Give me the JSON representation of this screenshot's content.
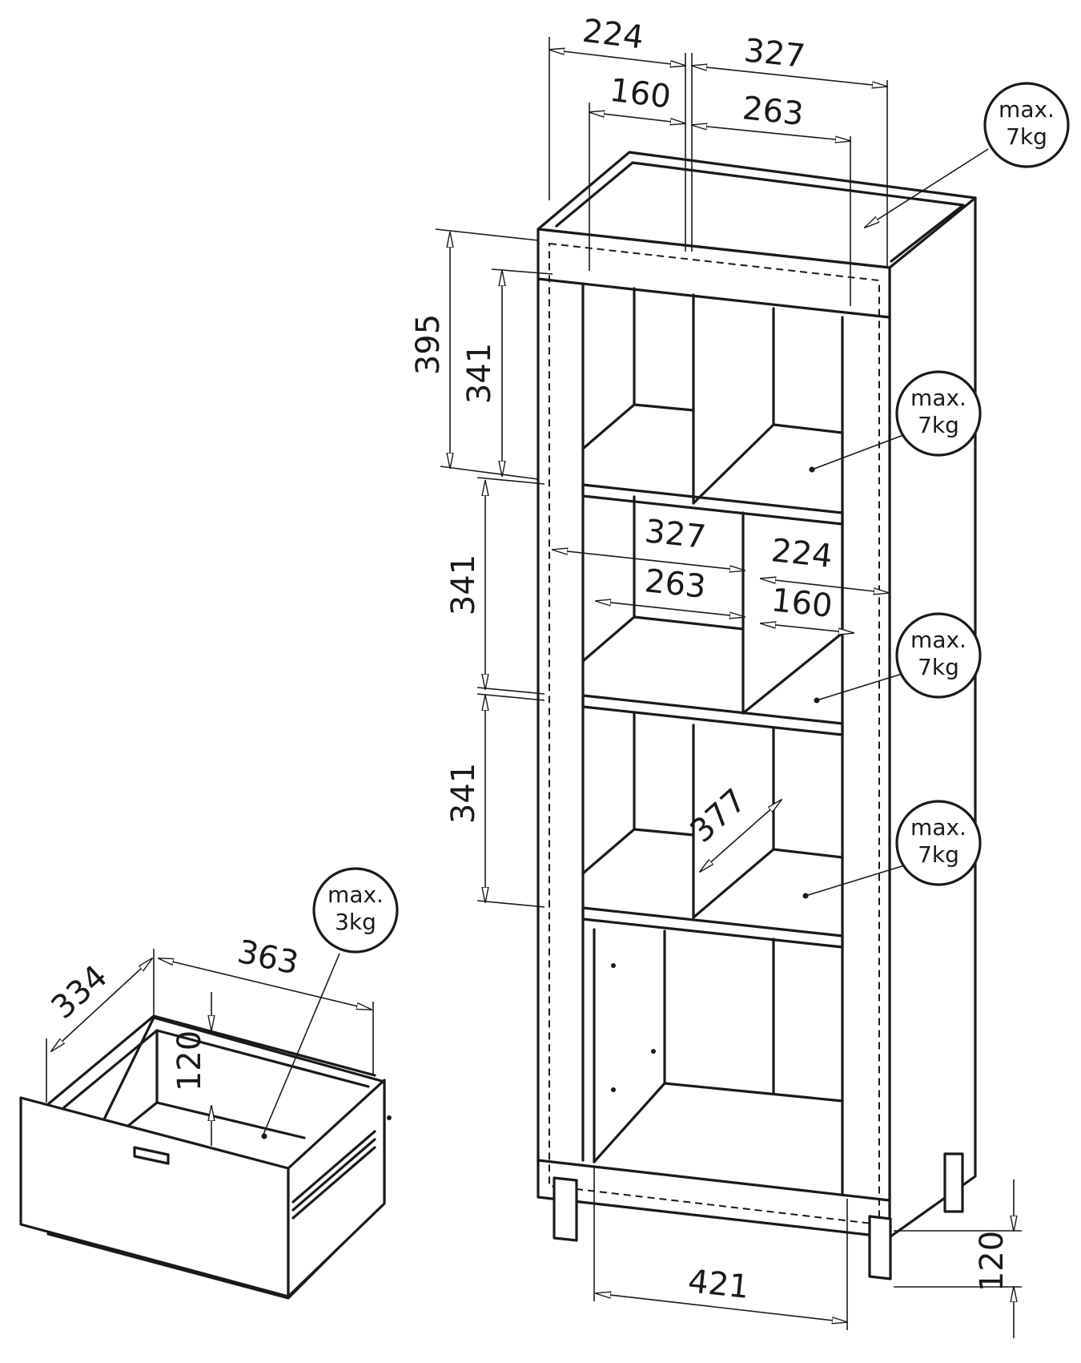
{
  "dimensions": {
    "top_left_outer": "224",
    "top_right_outer": "327",
    "top_left_inner": "160",
    "top_right_inner": "263",
    "height_total_top": "395",
    "shelf_1": "341",
    "shelf_2": "341",
    "shelf_3": "341",
    "mid_left_outer": "327",
    "mid_left_inner": "263",
    "mid_right_outer": "224",
    "mid_right_inner": "160",
    "diagonal_depth": "377",
    "base_width": "421",
    "leg_height": "120",
    "drawer_depth": "334",
    "drawer_width": "363",
    "drawer_height": "120"
  },
  "load_labels": [
    {
      "line1": "max.",
      "line2": "7kg"
    },
    {
      "line1": "max.",
      "line2": "7kg"
    },
    {
      "line1": "max.",
      "line2": "7kg"
    },
    {
      "line1": "max.",
      "line2": "7kg"
    },
    {
      "line1": "max.",
      "line2": "3kg"
    }
  ]
}
